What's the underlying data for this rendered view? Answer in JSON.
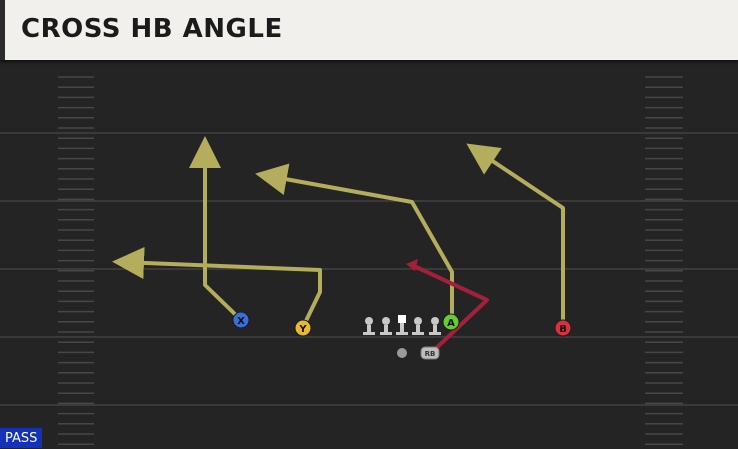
{
  "play": {
    "title": "CROSS HB ANGLE",
    "type_badge": "PASS"
  },
  "players": {
    "x": {
      "label": "X",
      "color": "#3a6fd8"
    },
    "y": {
      "label": "Y",
      "color": "#e8b92c"
    },
    "a": {
      "label": "A",
      "color": "#66cc33"
    },
    "b": {
      "label": "B",
      "color": "#d9313d"
    },
    "rb": {
      "label": "RB"
    }
  },
  "colors": {
    "route": "#b3ad5c",
    "hb_route": "#a3203b",
    "field": "#242424",
    "yard_line": "#3a3a3a",
    "hash": "#474747"
  }
}
